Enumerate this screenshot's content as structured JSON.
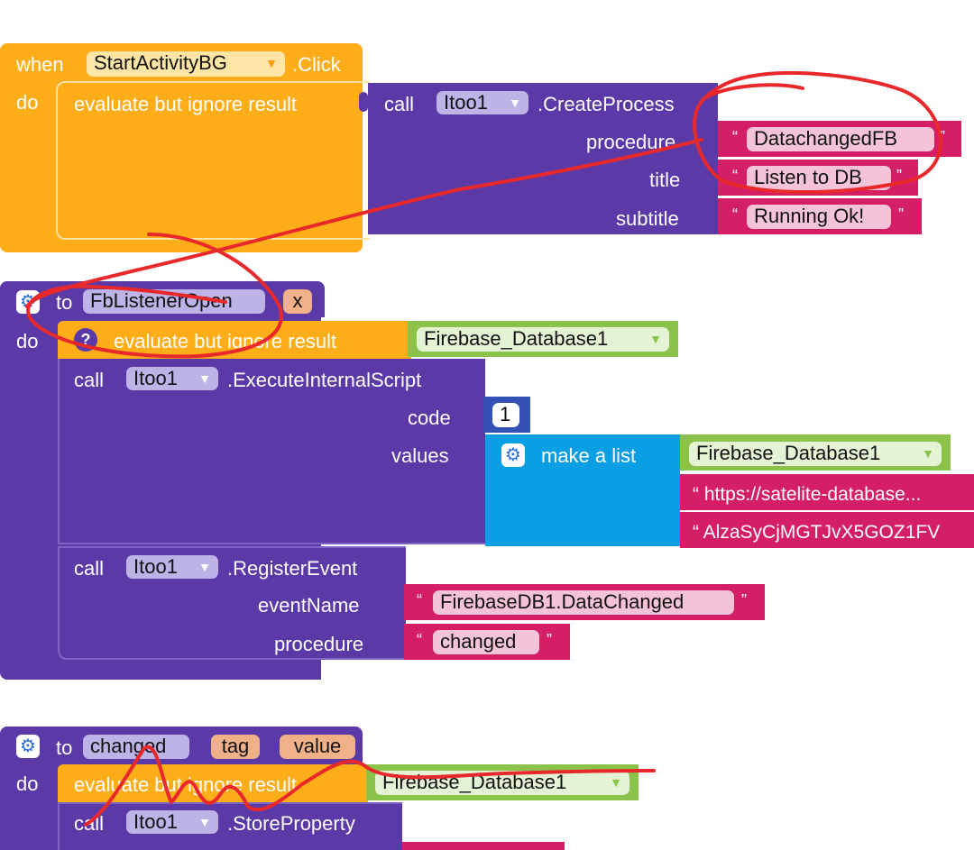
{
  "event_block": {
    "when": "when",
    "component": "StartActivityBG",
    "event": ".Click",
    "do": "do",
    "evaluate": "evaluate but ignore result",
    "call": "call",
    "instance": "Itoo1",
    "method": ".CreateProcess",
    "args": [
      {
        "label": "procedure",
        "value": "DatachangedFB"
      },
      {
        "label": "title",
        "value": "Listen to DB"
      },
      {
        "label": "subtitle",
        "value": "Running Ok!"
      }
    ]
  },
  "proc1": {
    "to": "to",
    "name": "FbListenerOpen",
    "param": "x",
    "do": "do",
    "evaluate": "evaluate but ignore result",
    "evaluate_target": "Firebase_Database1",
    "call1": {
      "call": "call",
      "instance": "Itoo1",
      "method": ".ExecuteInternalScript",
      "code_label": "code",
      "code_value": "1",
      "values_label": "values",
      "make_list": "make a list",
      "list_items": [
        "Firebase_Database1",
        "https://satelite-database...",
        "AlzaSyCjMGTJvX5GOZ1FV"
      ]
    },
    "call2": {
      "call": "call",
      "instance": "Itoo1",
      "method": ".RegisterEvent",
      "event_label": "eventName",
      "event_value": "FirebaseDB1.DataChanged",
      "procedure_label": "procedure",
      "procedure_value": "changed"
    }
  },
  "proc2": {
    "to": "to",
    "name": "changed",
    "params": [
      "tag",
      "value"
    ],
    "do": "do",
    "evaluate": "evaluate but ignore result",
    "evaluate_target": "Firebase_Database1",
    "call": "call",
    "instance": "Itoo1",
    "method": ".StoreProperty"
  },
  "colors": {
    "event": "#ffad18",
    "procedure": "#5b3aa8",
    "text": "#d41f67",
    "component": "#8bc34a",
    "list": "#0a9ee5",
    "math": "#3452b5",
    "annotation": "#e8282b"
  }
}
